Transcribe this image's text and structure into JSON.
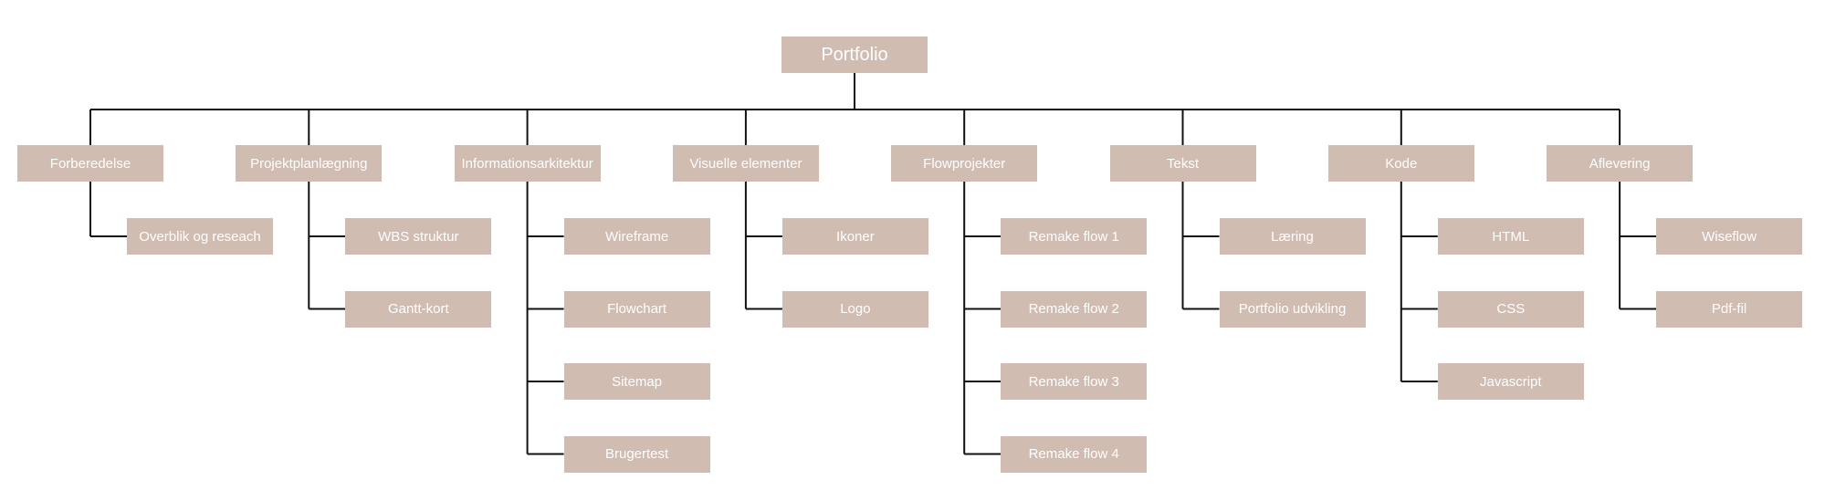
{
  "diagram": {
    "root": {
      "label": "Portfolio"
    },
    "line_color": "#111111",
    "box_color": "#d1bcb2",
    "text_color": "#ffffff",
    "categories": [
      {
        "label": "Forberedelse",
        "children": [
          "Overblik og reseach"
        ]
      },
      {
        "label": "Projektplanlægning",
        "children": [
          "WBS struktur",
          "Gantt-kort"
        ]
      },
      {
        "label": "Informationsarkitektur",
        "children": [
          "Wireframe",
          "Flowchart",
          "Sitemap",
          "Brugertest"
        ]
      },
      {
        "label": "Visuelle elementer",
        "children": [
          "Ikoner",
          "Logo"
        ]
      },
      {
        "label": "Flowprojekter",
        "children": [
          "Remake flow 1",
          "Remake flow 2",
          "Remake flow 3",
          "Remake flow 4"
        ]
      },
      {
        "label": "Tekst",
        "children": [
          "Læring",
          "Portfolio udvikling"
        ]
      },
      {
        "label": "Kode",
        "children": [
          "HTML",
          "CSS",
          "Javascript"
        ]
      },
      {
        "label": "Aflevering",
        "children": [
          "Wiseflow",
          "Pdf-fil"
        ]
      }
    ]
  }
}
